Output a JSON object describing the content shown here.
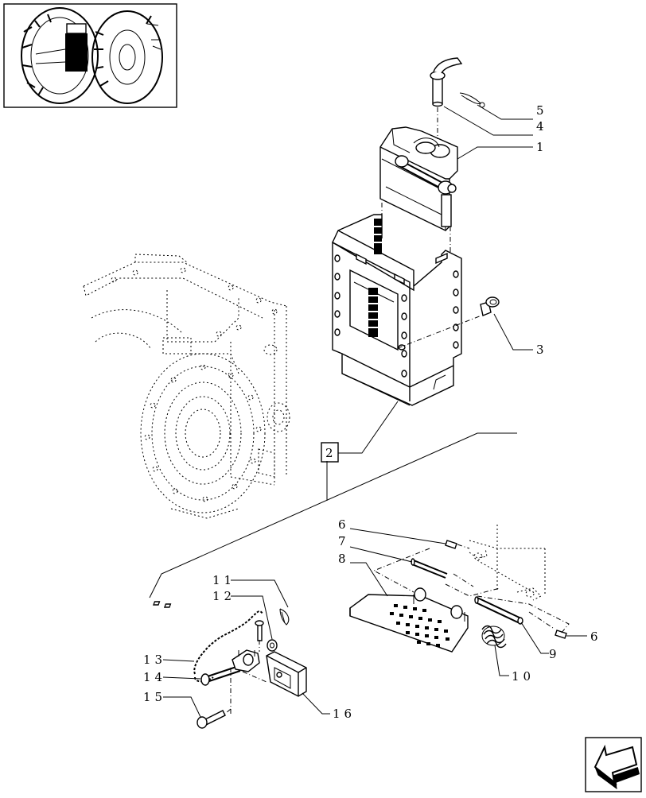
{
  "callouts": {
    "c1": "1",
    "c2": "2",
    "c3": "3",
    "c4": "4",
    "c5": "5",
    "c6a": "6",
    "c6b": "6",
    "c7": "7",
    "c8": "8",
    "c9": "9",
    "c10": "10",
    "c11": "11",
    "c12": "12",
    "c13": "13",
    "c14": "14",
    "c15": "15",
    "c16": "16"
  },
  "icons": {
    "thumbnail": "tractor-rear-thumbnail-icon",
    "nav": "arrow-bottom-left-icon"
  }
}
